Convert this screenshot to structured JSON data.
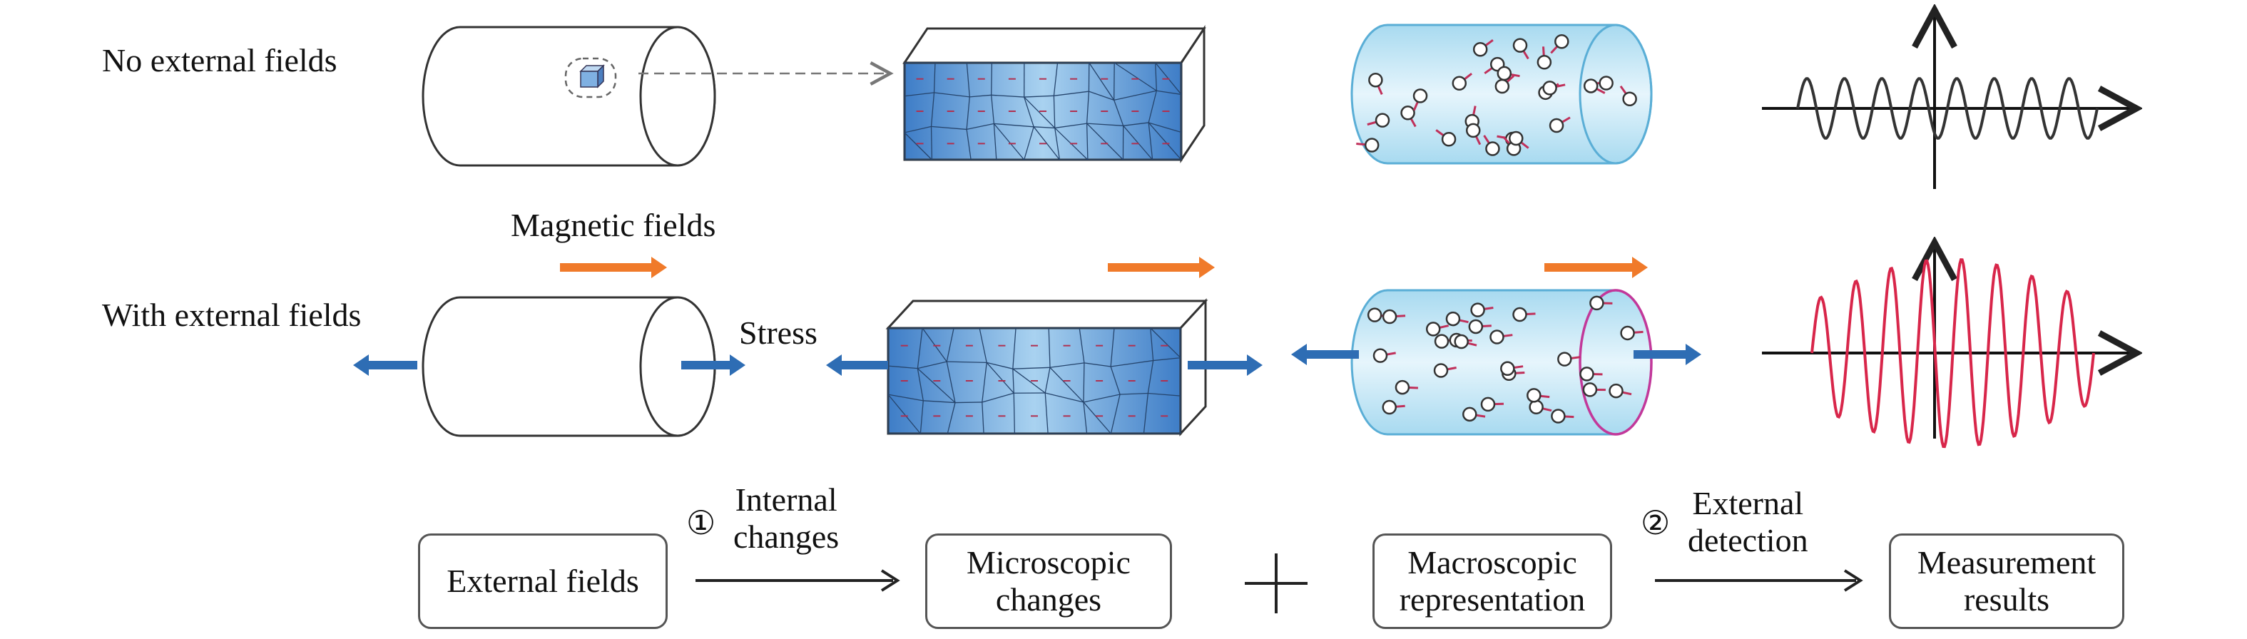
{
  "rows": {
    "no_fields": "No external fields",
    "with_fields": "With external fields"
  },
  "labels": {
    "magnetic": "Magnetic fields",
    "stress": "Stress"
  },
  "flow": {
    "step1_num": "①",
    "step1_line1": "Internal",
    "step1_line2": "changes",
    "step2_num": "②",
    "step2_line1": "External",
    "step2_line2": "detection",
    "box1": "External fields",
    "box2_line1": "Microscopic",
    "box2_line2": "changes",
    "box3_line1": "Macroscopic",
    "box3_line2": "representation",
    "box4_line1": "Measurement",
    "box4_line2": "results",
    "plus": "+"
  },
  "colors": {
    "magnetic_arrow": "#F07A2A",
    "stress_arrow": "#2E6DB4",
    "signal_normal": "#333333",
    "signal_stressed": "#D8264A",
    "domain_fill": "#8FC0E6",
    "tube_fill": "#BFE3F4",
    "tube_ring": "#C2389A"
  }
}
